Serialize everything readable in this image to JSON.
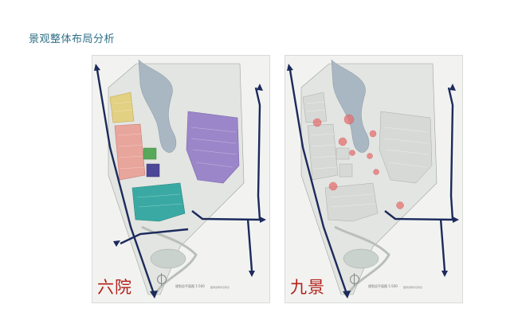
{
  "slide": {
    "title": "景观整体布局分析"
  },
  "panels": [
    {
      "id": "left",
      "label": "六院",
      "caption": "规划总平面图",
      "scale": "1:500",
      "note": "图例说明详见附表"
    },
    {
      "id": "right",
      "label": "九景",
      "caption": "规划总平面图",
      "scale": "1:500",
      "note": "图例说明详见附表"
    }
  ],
  "colors": {
    "title": "#2e6f86",
    "label": "#b3211b",
    "road": "#1c2a5c",
    "water": "#a9b7c2",
    "zone_yellow": "#e2d083",
    "zone_pink": "#e8a59c",
    "zone_purple": "#9b86c9",
    "zone_teal": "#3aa9a3",
    "zone_green": "#58a85b",
    "zone_indigo": "#4d4798",
    "node": "#e56f6f"
  }
}
